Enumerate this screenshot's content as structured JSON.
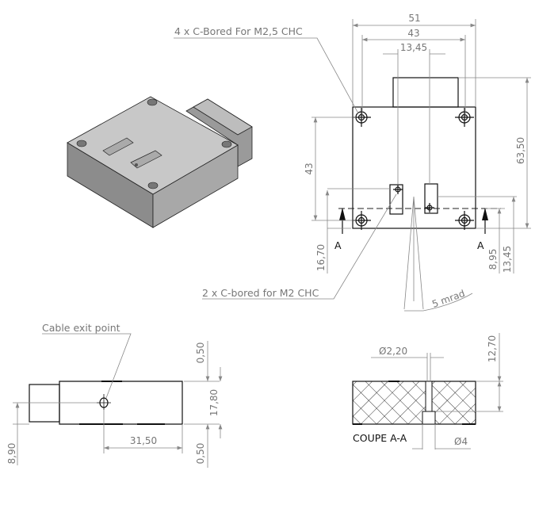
{
  "annotations": {
    "c_bored_m25": "4 x C-Bored For M2,5 CHC",
    "c_bored_m2": "2 x C-bored for M2 CHC",
    "cable_exit": "Cable exit point",
    "section_title": "COUPE A-A",
    "section_marker": "A",
    "divergence": "5 mrad"
  },
  "dimensions": {
    "top_width_outer": "51",
    "top_width_holes": "43",
    "slot_spacing": "13,45",
    "hole_spacing_vertical": "43",
    "total_height": "63,50",
    "left_slot_height": "16,70",
    "section_line_height": "8,95",
    "beam_height": "13,45",
    "side_length": "31,50",
    "side_offset_top": "0,50",
    "side_thickness": "17,80",
    "side_offset_bottom": "0,50",
    "cable_height": "8,90",
    "small_diameter": "Ø2,20",
    "large_diameter": "Ø4",
    "section_depth": "12,70"
  },
  "colors": {
    "outline": "#111111",
    "dimension": "#888888",
    "iso_top": "#c8c8c8",
    "iso_left": "#8c8c8c",
    "iso_right": "#a8a8a8"
  }
}
